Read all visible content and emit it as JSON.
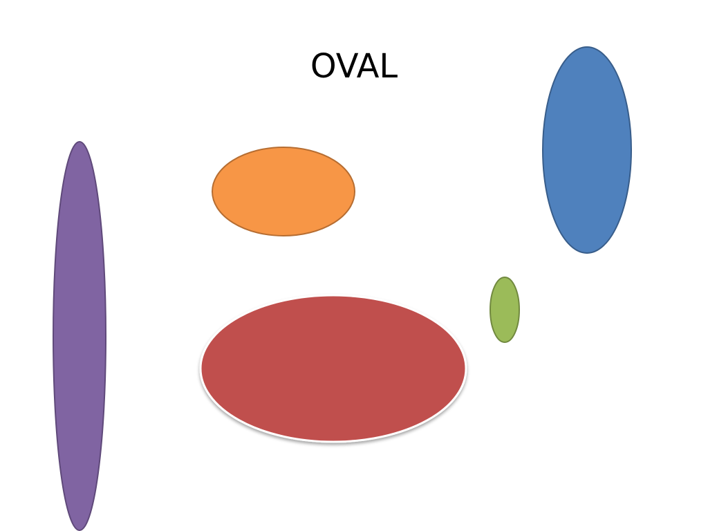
{
  "slide": {
    "title": "OVAL"
  },
  "shapes": [
    {
      "name": "purple-oval",
      "fill": "#8064A2",
      "stroke": "#5F497A"
    },
    {
      "name": "orange-oval",
      "fill": "#F79646",
      "stroke": "#B66D31"
    },
    {
      "name": "blue-oval",
      "fill": "#4F81BD",
      "stroke": "#385D8A"
    },
    {
      "name": "green-oval",
      "fill": "#9BBB59",
      "stroke": "#71893F"
    },
    {
      "name": "red-oval",
      "fill": "#C0504D",
      "stroke": "#FFFFFF"
    }
  ]
}
